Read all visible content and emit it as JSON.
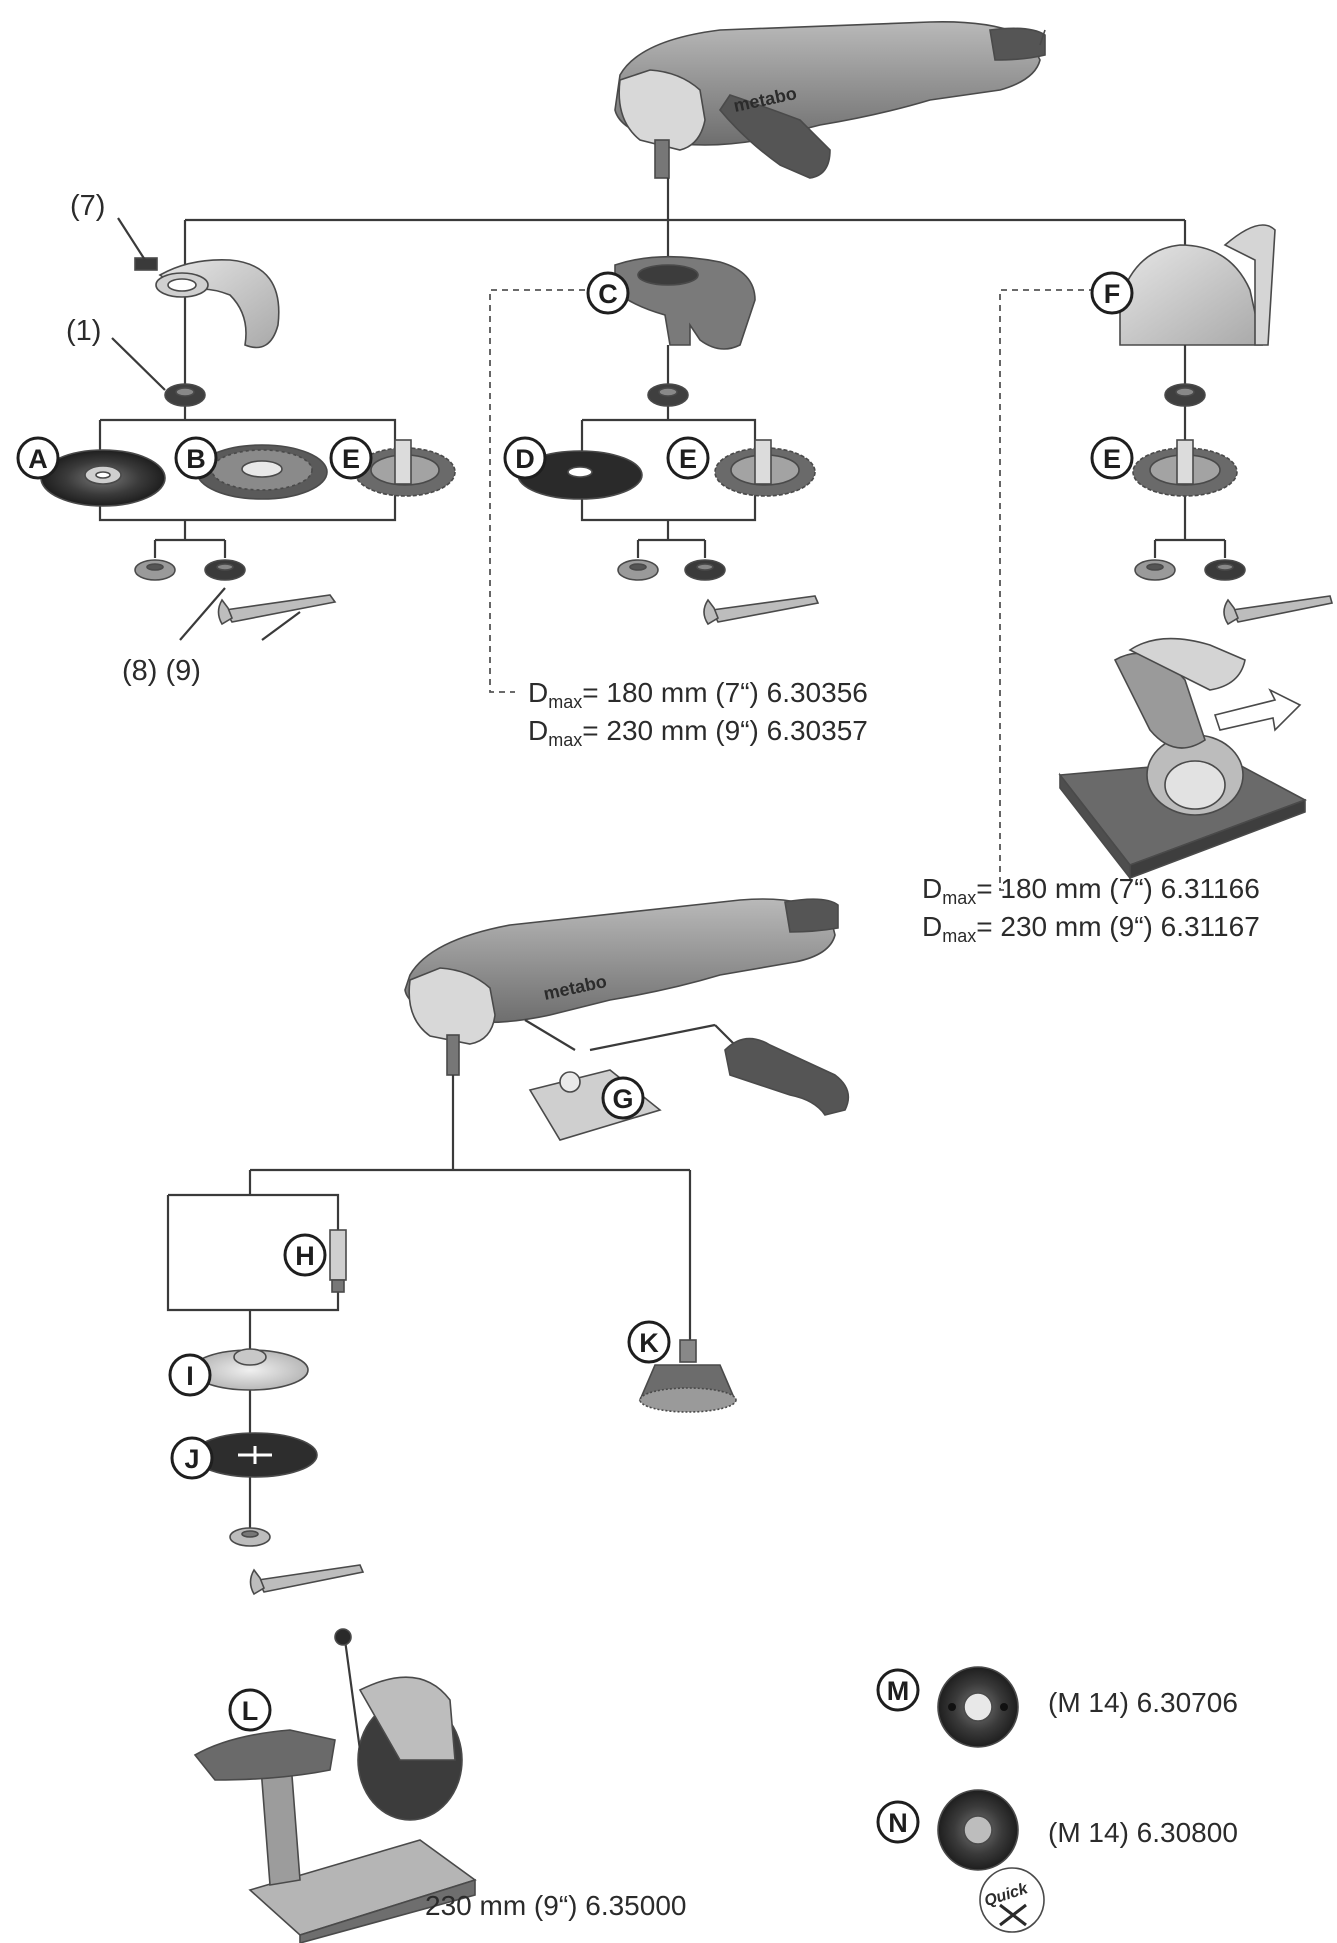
{
  "brand": "metabo",
  "callouts": {
    "p7": "(7)",
    "p1": "(1)",
    "p8p9": "(8) (9)"
  },
  "letters": {
    "A": "A",
    "B": "B",
    "C": "C",
    "D": "D",
    "E": "E",
    "F": "F",
    "G": "G",
    "H": "H",
    "I": "I",
    "J": "J",
    "K": "K",
    "L": "L",
    "M": "M",
    "N": "N"
  },
  "specs": {
    "c_dmax": "D",
    "c_sub": "max",
    "c_line1": "= 180 mm (7“)  6.30356",
    "c_line2": "= 230 mm (9“)  6.30357",
    "f_dmax": "D",
    "f_sub": "max",
    "f_line1": "= 180 mm (7“)  6.31166",
    "f_line2": "= 230 mm (9“)  6.31167",
    "l_spec": "230 mm (9“) 6.35000",
    "m_spec": "(M 14) 6.30706",
    "n_spec": "(M 14) 6.30800",
    "quick": "Quick"
  },
  "colors": {
    "line": "#3a3a3a",
    "dark_disc": "#2a2a2a",
    "light_part": "#bdbdbd",
    "tool_body": "#8c8c8c"
  }
}
